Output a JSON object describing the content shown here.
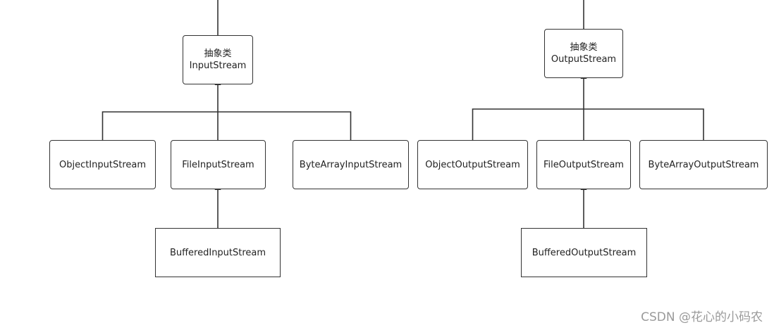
{
  "diagram": {
    "input": {
      "abstract": {
        "line1": "抽象类",
        "line2": "InputStream"
      },
      "object": "ObjectInputStream",
      "file": "FileInputStream",
      "bytearray": "ByteArrayInputStream",
      "buffered": "BufferedInputStream"
    },
    "output": {
      "abstract": {
        "line1": "抽象类",
        "line2": "OutputStream"
      },
      "object": "ObjectOutputStream",
      "file": "FileOutputStream",
      "bytearray": "ByteArrayOutputStream",
      "buffered": "BufferedOutputStream"
    }
  },
  "watermark": "CSDN @花心的小码农"
}
